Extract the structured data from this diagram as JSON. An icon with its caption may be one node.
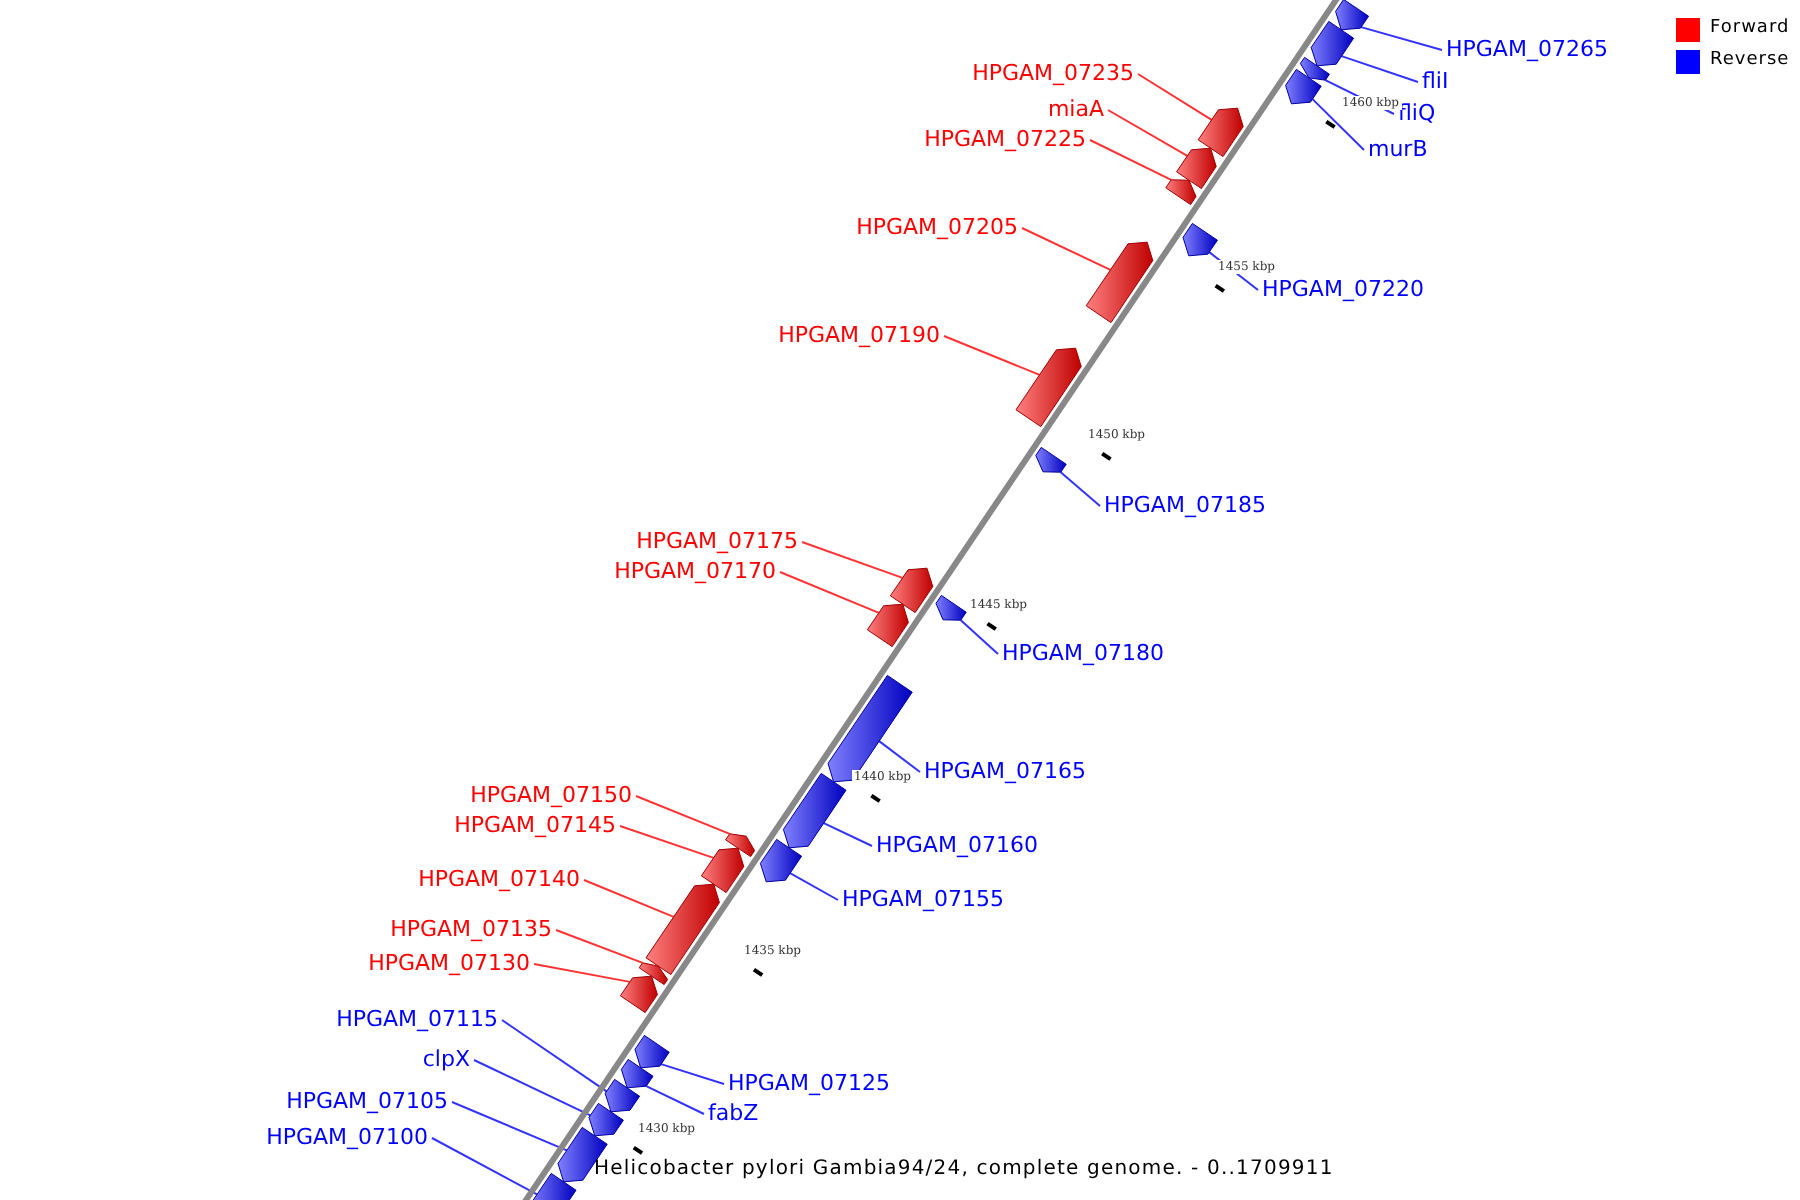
{
  "diagram": {
    "caption": "Helicobacter pylori Gambia94/24, complete genome. - 0..1709911",
    "nodes": [
      {
        "text": [
          "HPGAM_07265"
        ]
      },
      {
        "text": [],
        "shape": "bar"
      },
      {
        "text": [
          "fliI"
        ]
      },
      {
        "text": [],
        "shape": "bar"
      },
      {
        "text": [
          "fliQ"
        ]
      },
      {
        "text": [],
        "shape": "bar"
      },
      {
        "text": [
          "murB"
        ]
      },
      {
        "text": [],
        "shape": "bar"
      },
      {
        "text": [
          "HPGAM_07235"
        ]
      },
      {
        "text": [],
        "shape": "bar"
      },
      {
        "text": [
          "miaA"
        ]
      },
      {
        "text": [],
        "shape": "bar"
      },
      {
        "text": [
          "HPGAM_07225"
        ]
      },
      {
        "text": [],
        "shape": "bar"
      },
      {
        "text": [
          "HPGAM_07205"
        ]
      },
      {
        "text": [],
        "shape": "bar"
      },
      {
        "text": [
          "HPGAM_07220"
        ]
      },
      {
        "text": [],
        "shape": "bar"
      },
      {
        "text": [
          "HPGAM_07190"
        ]
      },
      {
        "text": [],
        "shape": "bar"
      },
      {
        "text": [
          "HPGAM_07185"
        ]
      },
      {
        "text": [],
        "shape": "bar"
      },
      {
        "text": [
          "HPGAM_07175"
        ]
      },
      {
        "text": [],
        "shape": "bar"
      },
      {
        "text": [
          "HPGAM_07170"
        ]
      },
      {
        "text": [],
        "shape": "bar"
      },
      {
        "text": [
          "HPGAM_07180"
        ]
      },
      {
        "text": [],
        "shape": "bar"
      },
      {
        "text": [
          "HPGAM_07165"
        ]
      },
      {
        "text": [],
        "shape": "bar"
      },
      {
        "text": [
          "HPGAM_07150"
        ]
      },
      {
        "text": [],
        "shape": "bar"
      },
      {
        "text": [
          "HPGAM_07145"
        ]
      },
      {
        "text": [],
        "shape": "bar"
      },
      {
        "text": [
          "HPGAM_07160"
        ]
      },
      {
        "text": [],
        "shape": "bar"
      },
      {
        "text": [
          "HPGAM_07140"
        ]
      },
      {
        "text": [],
        "shape": "bar"
      },
      {
        "text": [
          "HPGAM_07155"
        ]
      },
      {
        "text": [],
        "shape": "bar"
      },
      {
        "text": [
          "HPGAM_07135"
        ]
      },
      {
        "text": [],
        "shape": "bar"
      },
      {
        "text": [
          "HPGAM_07130"
        ]
      },
      {
        "text": [],
        "shape": "bar"
      },
      {
        "text": [
          "HPGAM_07115"
        ]
      },
      {
        "text": [],
        "shape": "bar"
      },
      {
        "text": [
          "clpX"
        ]
      },
      {
        "text": [],
        "shape": "bar"
      },
      {
        "text": [
          "HPGAM_07125"
        ]
      },
      {
        "text": [],
        "shape": "bar"
      },
      {
        "text": [
          "HPGAM_07105"
        ]
      },
      {
        "text": [],
        "shape": "bar"
      },
      {
        "text": [
          "fabZ"
        ]
      },
      {
        "text": [],
        "shape": "bar"
      },
      {
        "text": [
          "HPGAM_07100"
        ]
      },
      {
        "text": [],
        "shape": "bar"
      }
    ],
    "edges": [
      {
        "from": 0,
        "to": 1,
        "arrow": "none"
      },
      {
        "from": 2,
        "to": 3,
        "arrow": "none"
      },
      {
        "from": 4,
        "to": 5,
        "arrow": "none"
      },
      {
        "from": 6,
        "to": 7,
        "arrow": "none"
      },
      {
        "from": 8,
        "to": 9,
        "arrow": "none",
        "color": "#ff3333"
      },
      {
        "from": 10,
        "to": 11,
        "arrow": "none",
        "color": "#ff3333"
      },
      {
        "from": 12,
        "to": 13,
        "arrow": "none",
        "color": "#ff3333"
      },
      {
        "from": 14,
        "to": 15,
        "arrow": "none",
        "color": "#ff3333"
      },
      {
        "from": 16,
        "to": 17,
        "arrow": "none"
      },
      {
        "from": 18,
        "to": 19,
        "arrow": "none",
        "color": "#ff3333"
      },
      {
        "from": 20,
        "to": 21,
        "arrow": "none"
      },
      {
        "from": 22,
        "to": 23,
        "arrow": "none",
        "color": "#ff3333"
      },
      {
        "from": 24,
        "to": 25,
        "arrow": "none",
        "color": "#ff3333"
      },
      {
        "from": 26,
        "to": 27,
        "arrow": "none"
      },
      {
        "from": 28,
        "to": 29,
        "arrow": "none"
      },
      {
        "from": 30,
        "to": 31,
        "arrow": "none",
        "color": "#ff3333"
      },
      {
        "from": 32,
        "to": 33,
        "arrow": "none",
        "color": "#ff3333"
      },
      {
        "from": 34,
        "to": 35,
        "arrow": "none"
      },
      {
        "from": 36,
        "to": 37,
        "arrow": "none",
        "color": "#ff3333"
      },
      {
        "from": 38,
        "to": 39,
        "arrow": "none"
      },
      {
        "from": 40,
        "to": 41,
        "arrow": "none",
        "color": "#ff3333"
      },
      {
        "from": 42,
        "to": 43,
        "arrow": "none",
        "color": "#ff3333"
      },
      {
        "from": 44,
        "to": 45,
        "arrow": "none"
      },
      {
        "from": 46,
        "to": 47,
        "arrow": "none"
      },
      {
        "from": 48,
        "to": 49,
        "arrow": "none"
      },
      {
        "from": 50,
        "to": 51,
        "arrow": "none"
      },
      {
        "from": 52,
        "to": 53,
        "arrow": "none"
      },
      {
        "from": 54,
        "to": 55,
        "arrow": "none"
      }
    ],
    "labels": [
      "1460 kbp",
      "1455 kbp",
      "1450 kbp",
      "1445 kbp",
      "1440 kbp",
      "1435 kbp",
      "1430 kbp"
    ],
    "legend": [
      {
        "text": "Forward",
        "color": "#ff0000"
      },
      {
        "text": "Reverse",
        "color": "#0000ff"
      }
    ]
  }
}
